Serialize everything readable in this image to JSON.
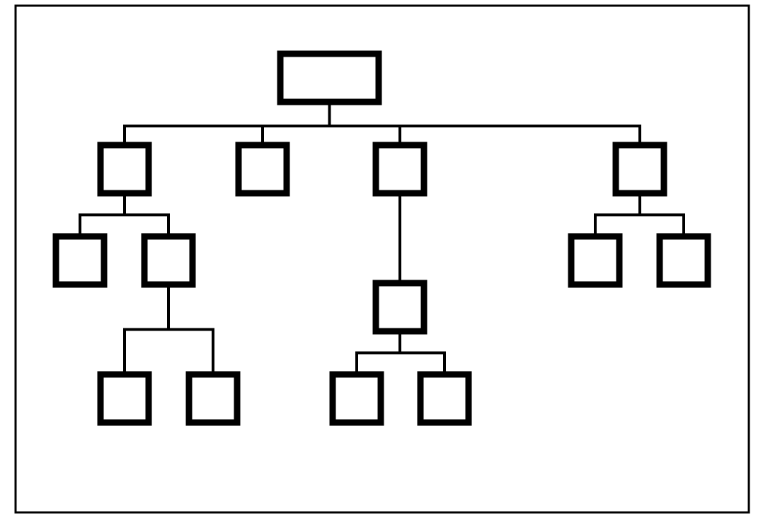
{
  "diagram": {
    "type": "tree",
    "colors": {
      "stroke": "#000000",
      "background": "#ffffff"
    },
    "nodes": [
      {
        "id": "root",
        "parent": null,
        "label": ""
      },
      {
        "id": "l1-a",
        "parent": "root",
        "label": ""
      },
      {
        "id": "l1-b",
        "parent": "root",
        "label": ""
      },
      {
        "id": "l1-c",
        "parent": "root",
        "label": ""
      },
      {
        "id": "l1-d",
        "parent": "root",
        "label": ""
      },
      {
        "id": "l2-a1",
        "parent": "l1-a",
        "label": ""
      },
      {
        "id": "l2-a2",
        "parent": "l1-a",
        "label": ""
      },
      {
        "id": "l2-c1",
        "parent": "l1-c",
        "label": ""
      },
      {
        "id": "l2-d1",
        "parent": "l1-d",
        "label": ""
      },
      {
        "id": "l2-d2",
        "parent": "l1-d",
        "label": ""
      },
      {
        "id": "l3-a2-1",
        "parent": "l2-a2",
        "label": ""
      },
      {
        "id": "l3-a2-2",
        "parent": "l2-a2",
        "label": ""
      },
      {
        "id": "l3-c1-1",
        "parent": "l2-c1",
        "label": ""
      },
      {
        "id": "l3-c1-2",
        "parent": "l2-c1",
        "label": ""
      }
    ]
  }
}
